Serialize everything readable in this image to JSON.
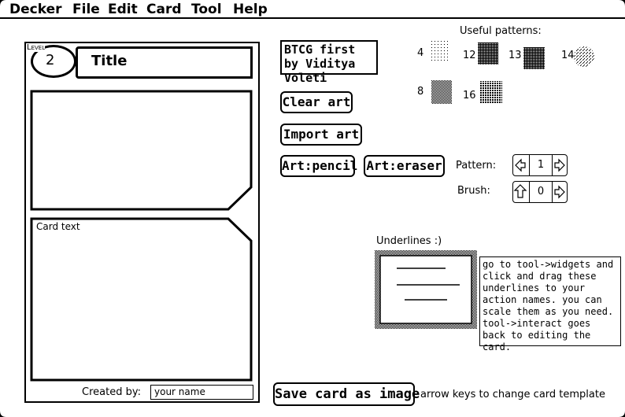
{
  "menubar": {
    "items": [
      "Decker",
      "File",
      "Edit",
      "Card",
      "Tool",
      "Help"
    ]
  },
  "card": {
    "level_label": "Level",
    "level_value": "2",
    "title": "Title",
    "card_text_label": "Card text",
    "created_by_label": "Created by:",
    "name_value": "your name"
  },
  "credit": "BTCG first by Viditya Voleti",
  "buttons": {
    "clear_art": "Clear art",
    "import_art": "Import art",
    "art_pencil": "Art:pencil",
    "art_eraser": "Art:eraser",
    "save_card": "Save card as image"
  },
  "patterns": {
    "heading": "Useful patterns:",
    "items": [
      {
        "number": "4"
      },
      {
        "number": "12"
      },
      {
        "number": "13"
      },
      {
        "number": "14"
      },
      {
        "number": "8"
      },
      {
        "number": "16"
      }
    ]
  },
  "controls": {
    "pattern_label": "Pattern:",
    "pattern_value": "1",
    "brush_label": "Brush:",
    "brush_value": "0"
  },
  "underlines": {
    "heading": "Underlines :)",
    "note": "go to tool->widgets and click and drag these underlines to your action names. you can scale them as you need. tool->interact goes back to editing the card."
  },
  "footer_hint": "arrow keys to change card template",
  "icons": {
    "left_arrow": "arrow-left-icon",
    "right_arrow": "arrow-right-icon",
    "up_arrow": "arrow-up-icon"
  }
}
